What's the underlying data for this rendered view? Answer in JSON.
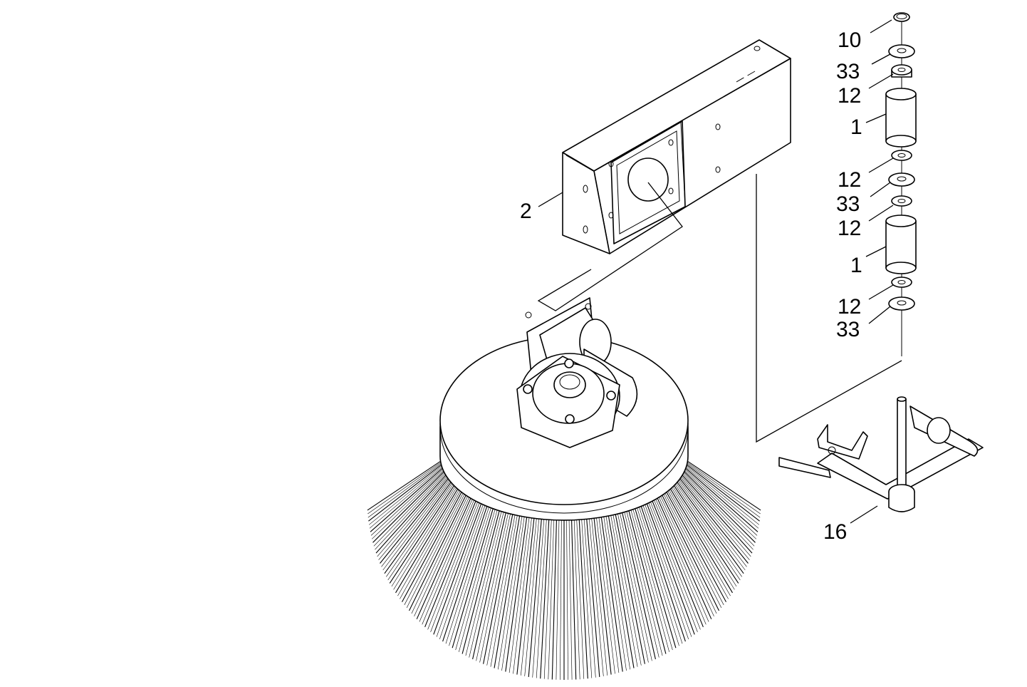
{
  "callouts": {
    "c10": "10",
    "c33a": "33",
    "c12a": "12",
    "c1a": "1",
    "c12b": "12",
    "c33b": "33",
    "c12c": "12",
    "c1b": "1",
    "c12d": "12",
    "c33c": "33",
    "c2": "2",
    "c16": "16"
  }
}
